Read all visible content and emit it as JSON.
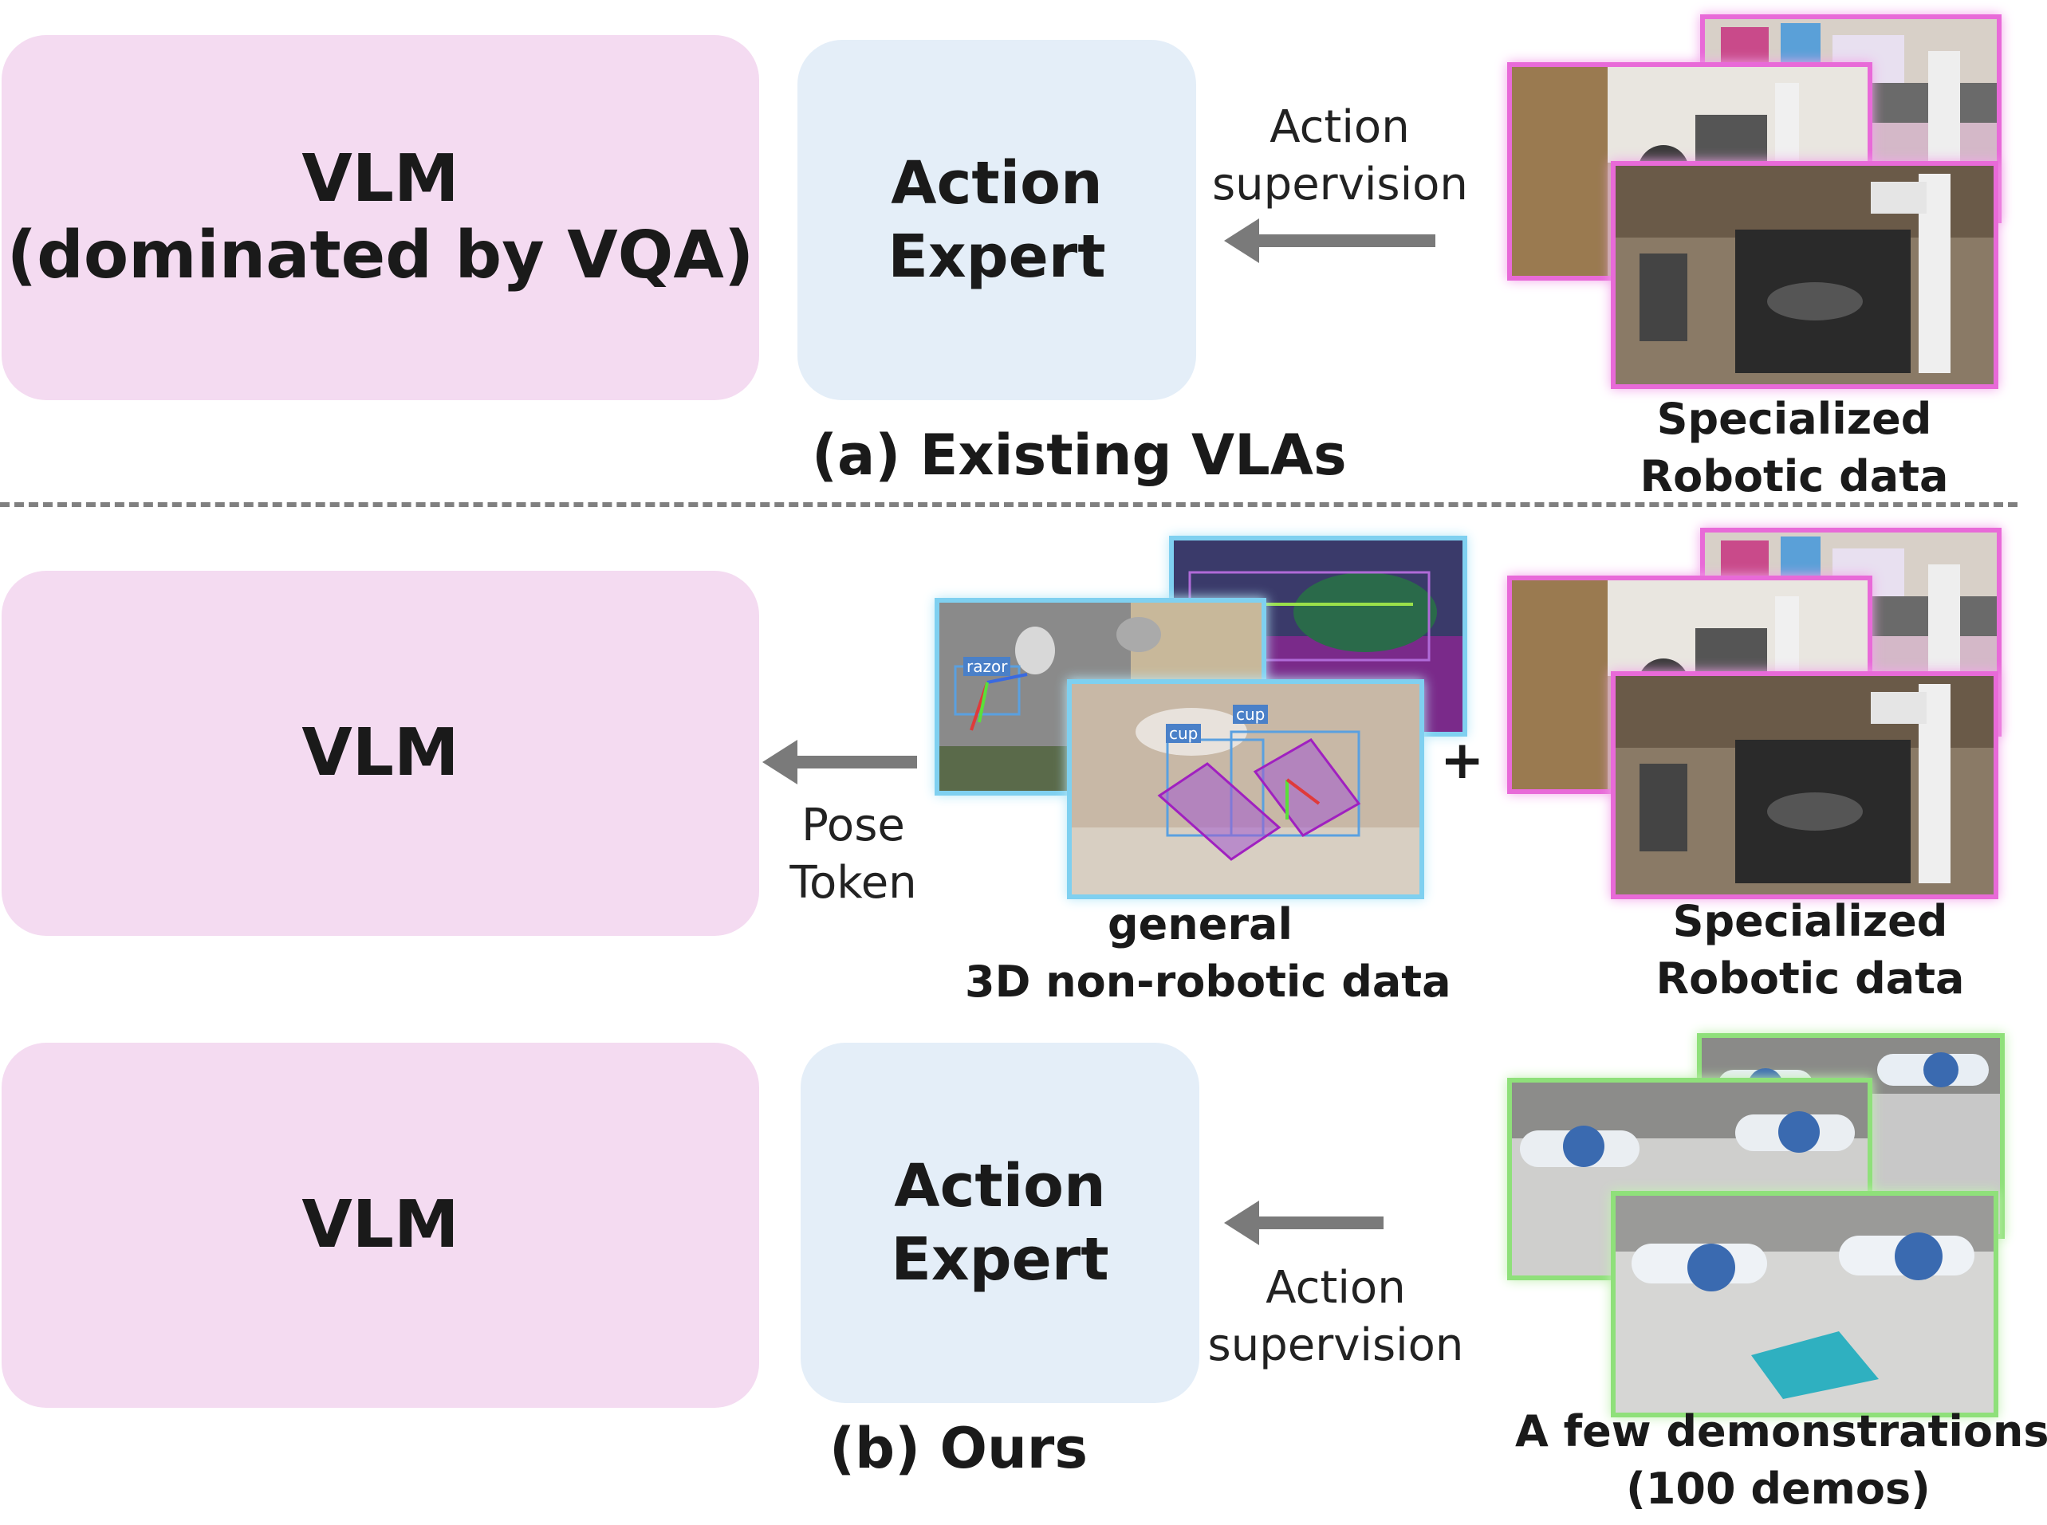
{
  "top": {
    "vlm_line1": "VLM",
    "vlm_line2": "(dominated by VQA)",
    "expert_line1": "Action",
    "expert_line2": "Expert",
    "arrow_label_line1": "Action",
    "arrow_label_line2": "supervision",
    "data_label_line1": "Specialized",
    "data_label_line2": "Robotic data",
    "caption": "(a) Existing VLAs"
  },
  "middle": {
    "vlm": "VLM",
    "arrow_label_line1": "Pose",
    "arrow_label_line2": "Token",
    "general_label_line1": "general",
    "general_label_line2": "3D non-robotic data",
    "plus": "+",
    "data_label_line1": "Specialized",
    "data_label_line2": "Robotic data",
    "box_labels": [
      "razor",
      "cup",
      "cup"
    ]
  },
  "bottom": {
    "vlm": "VLM",
    "expert_line1": "Action",
    "expert_line2": "Expert",
    "arrow_label_line1": "Action",
    "arrow_label_line2": "supervision",
    "data_label_line1": "A few demonstrations",
    "data_label_line2": "(100 demos)",
    "caption": "(b) Ours"
  },
  "colors": {
    "vlm_box": "#f4dbf1",
    "expert_box": "#e4eef8",
    "arrow": "#7a7a7a",
    "robot_frame": "#e86ad8",
    "general_frame": "#7fd0f0",
    "demo_frame": "#8fe07a"
  }
}
